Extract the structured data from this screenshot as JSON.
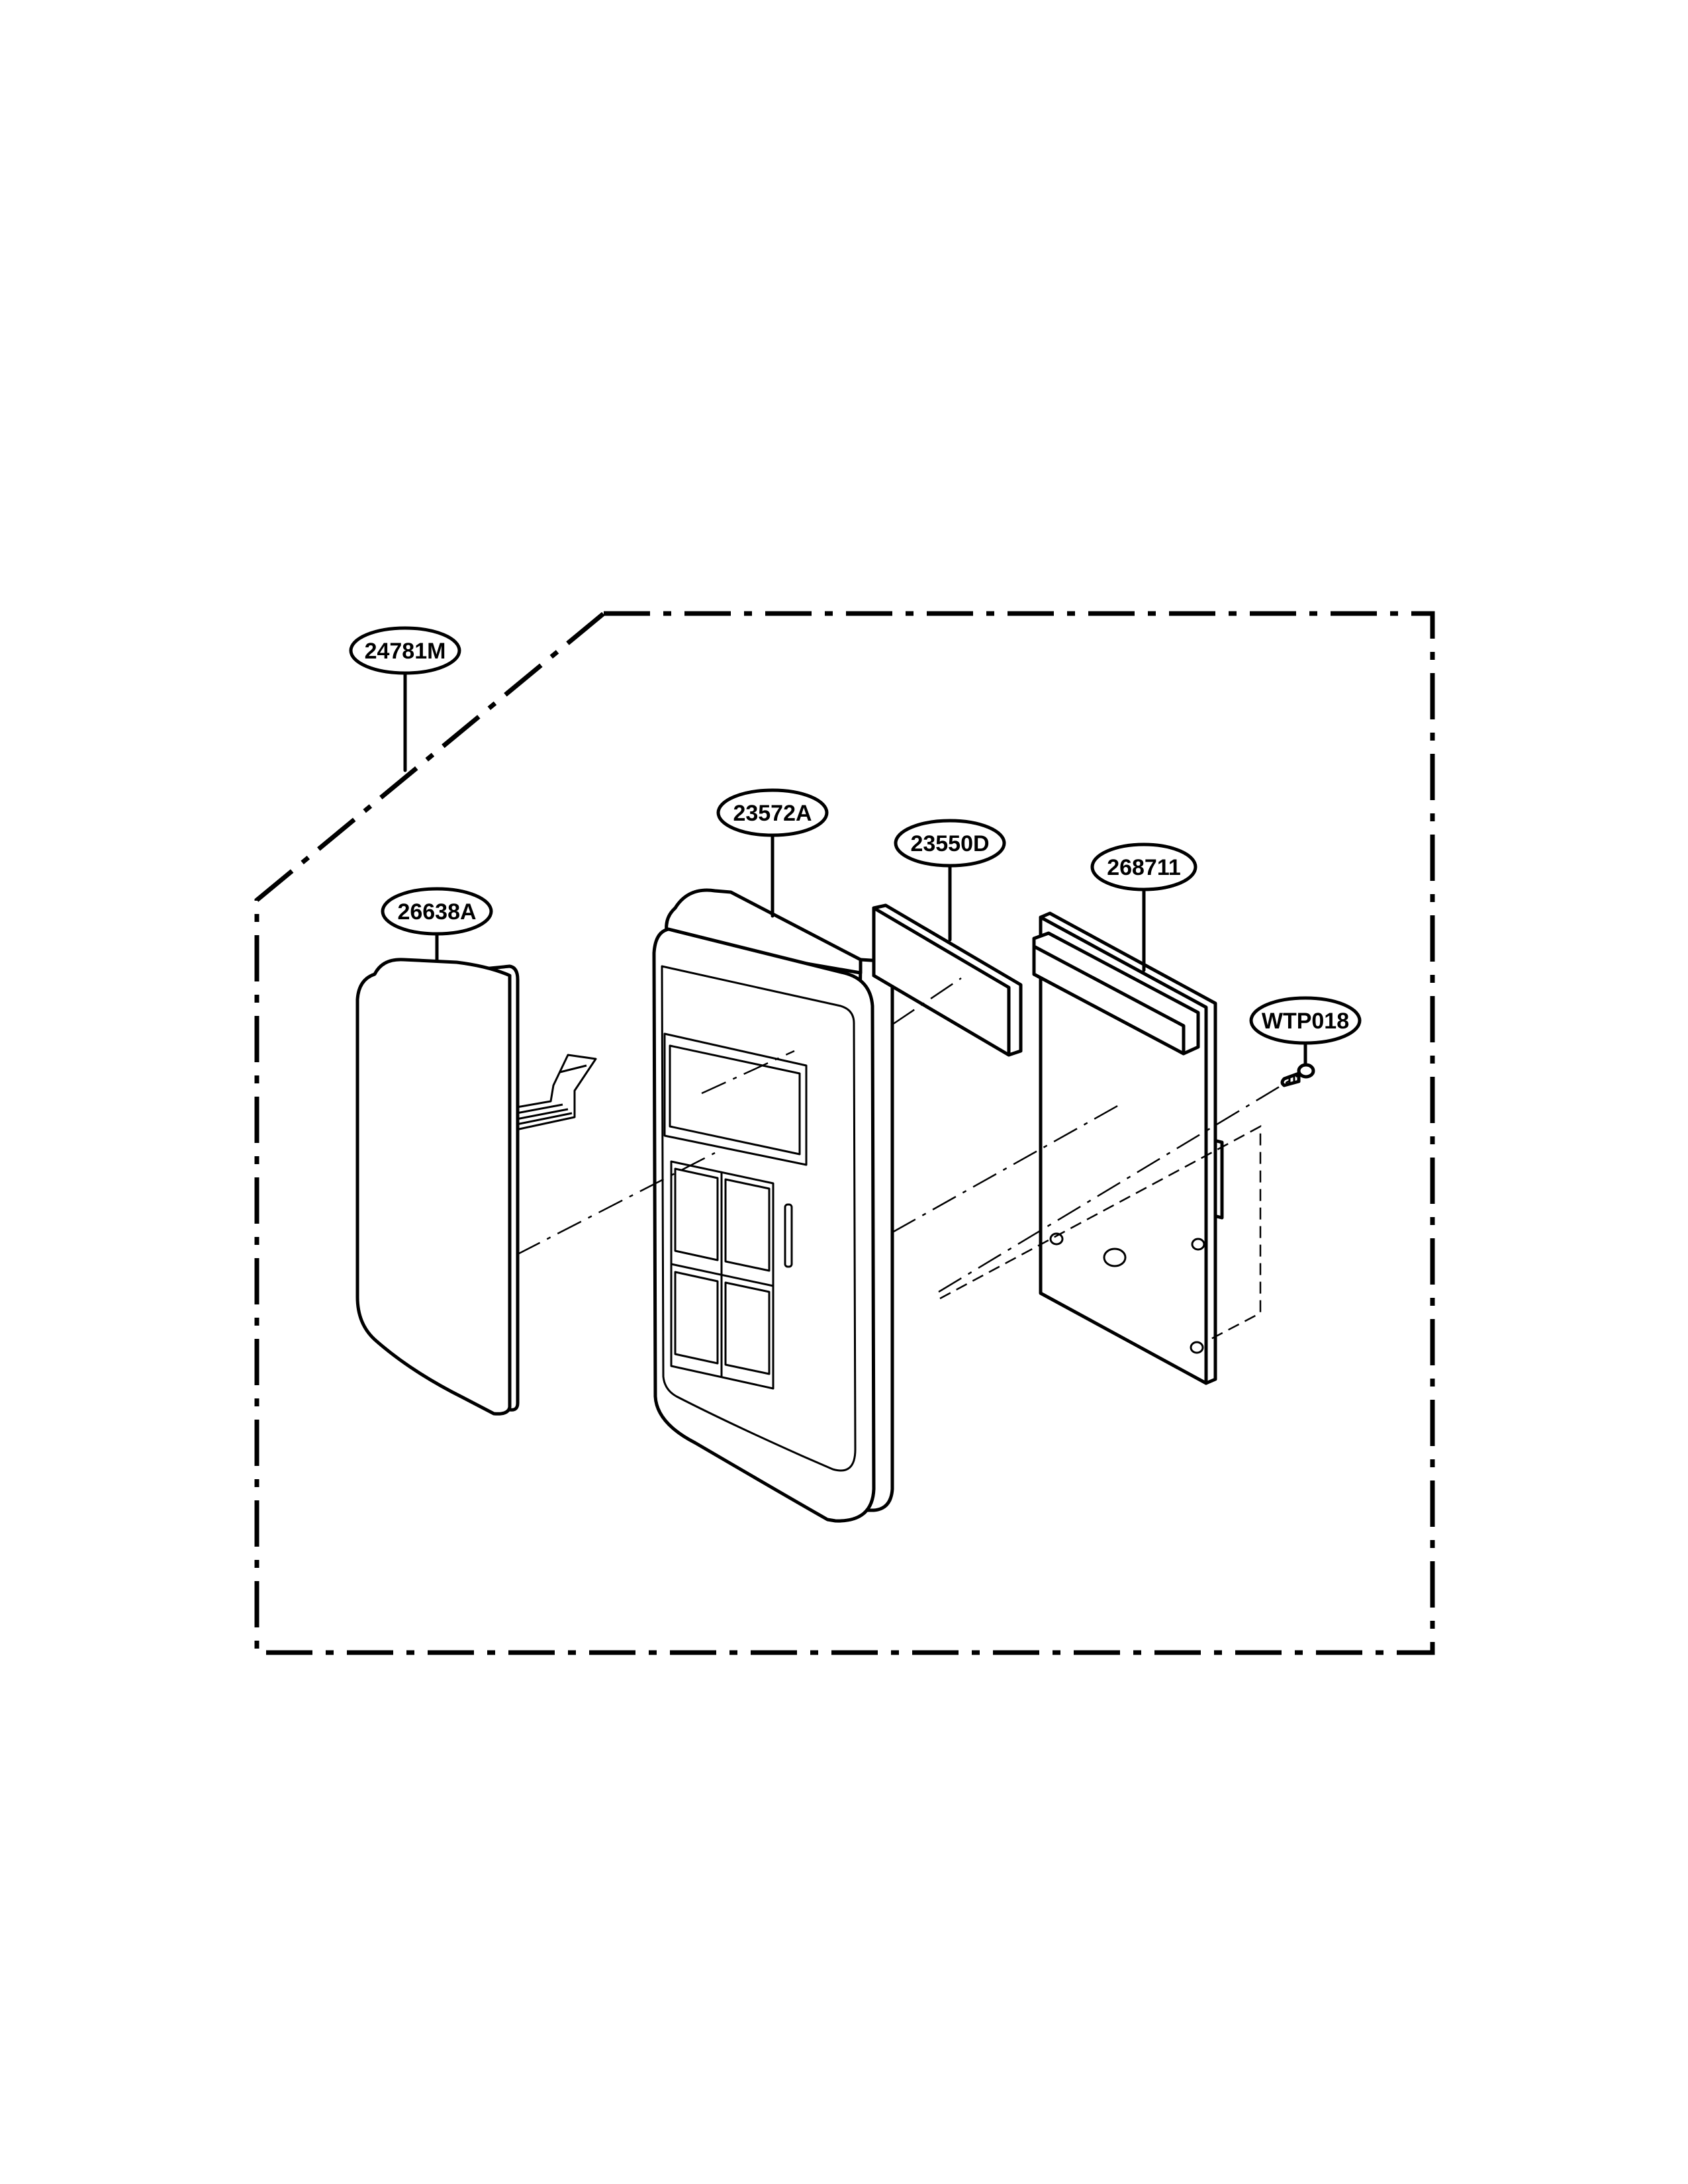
{
  "callouts": {
    "assembly": "24781M",
    "door_panel": "26638A",
    "control_frame": "23572A",
    "display_window": "23550D",
    "control_board": "268711",
    "screw": "WTP018"
  }
}
